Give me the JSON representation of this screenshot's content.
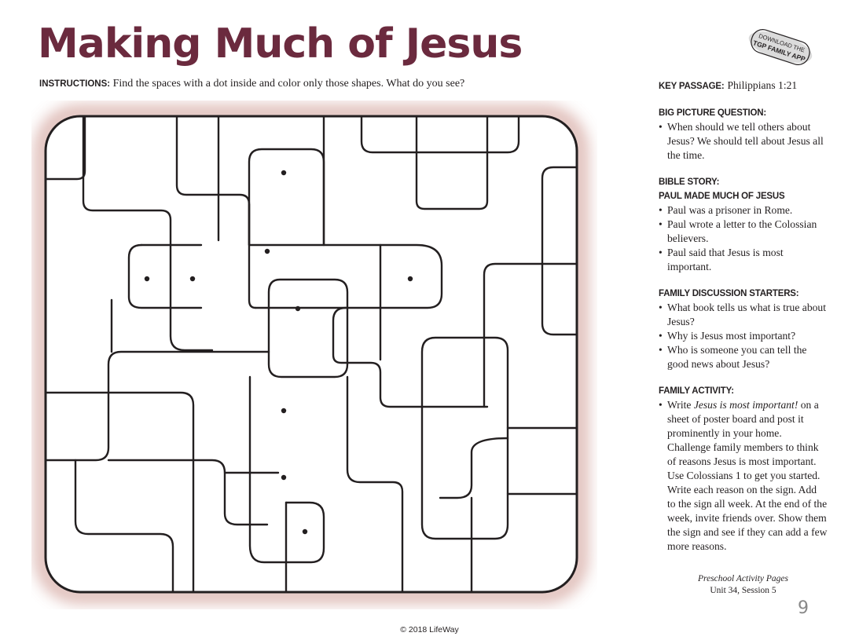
{
  "title": "Making Much of Jesus",
  "instructions": {
    "label": "INSTRUCTIONS:",
    "text": "Find the spaces with a dot inside and color only those shapes. What do you see?"
  },
  "badge": {
    "line1": "DOWNLOAD THE",
    "line2": "TGP FAMILY APP"
  },
  "sidebar": {
    "key_passage": {
      "label": "KEY PASSAGE:",
      "value": "Philippians 1:21"
    },
    "big_picture": {
      "label": "BIG PICTURE QUESTION:",
      "items": [
        "When should we tell others about Jesus? We should tell about Jesus all the time."
      ]
    },
    "bible_story": {
      "label": "BIBLE STORY:",
      "subtitle": "PAUL MADE MUCH OF JESUS",
      "items": [
        "Paul was a prisoner in Rome.",
        "Paul wrote a letter to the Colossian believers.",
        "Paul said that Jesus is most important."
      ]
    },
    "discussion": {
      "label": "FAMILY DISCUSSION STARTERS:",
      "items": [
        "What book tells us what is true about Jesus?",
        "Why is Jesus most important?",
        "Who is someone you can tell the good news about Jesus?"
      ]
    },
    "activity": {
      "label": "FAMILY ACTIVITY:",
      "pre": "Write ",
      "em": "Jesus is most important!",
      "post": " on a sheet of poster board and post it prominently in your home. Challenge family members to think of reasons Jesus is most important. Use Colossians 1 to get you started. Write each reason on the sign. Add to the sign all week. At the end of the week, invite friends over. Show them the sign and see if they can add a few more reasons."
    }
  },
  "footer": {
    "series": "Preschool Activity Pages",
    "session": "Unit 34, Session 5"
  },
  "page_number": "9",
  "copyright": "© 2018 LifeWay",
  "colors": {
    "title": "#6b2a3e",
    "glow": "#c98f86",
    "ink": "#231f20"
  }
}
